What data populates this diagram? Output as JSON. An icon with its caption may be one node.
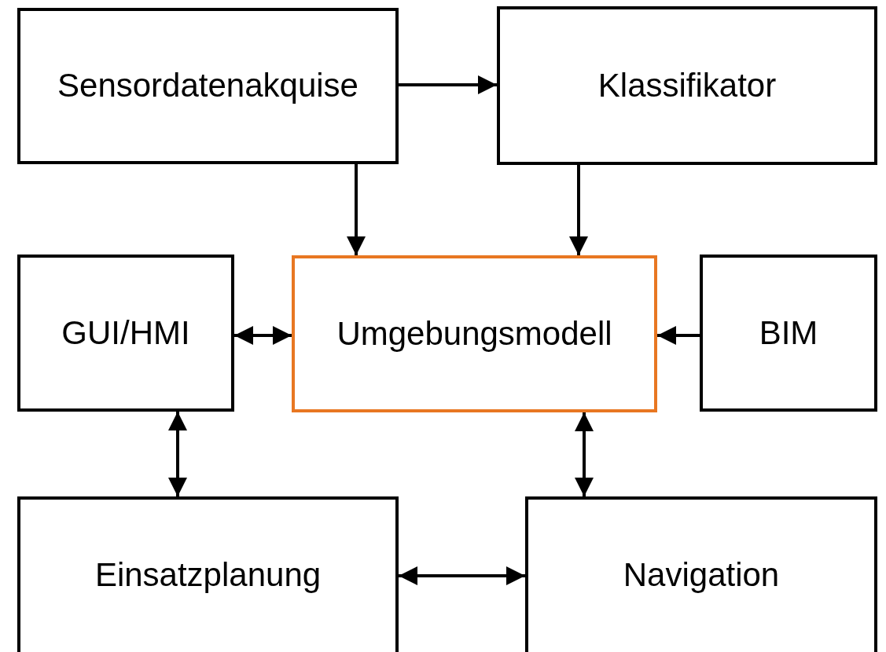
{
  "diagram": {
    "nodes": [
      {
        "text": [
          "Sensordatenakquise"
        ]
      },
      {
        "text": [
          "Klassifikator"
        ]
      },
      {
        "text": [
          "GUI/HMI"
        ]
      },
      {
        "text": [
          "Umgebungsmodell"
        ]
      },
      {
        "text": [
          "BIM"
        ]
      },
      {
        "text": [
          "Einsatzplanung"
        ]
      },
      {
        "text": [
          "Navigation"
        ]
      }
    ],
    "edges": [
      {
        "from": 0,
        "to": 1,
        "arrow": "to"
      },
      {
        "from": 0,
        "to": 3,
        "arrow": "to"
      },
      {
        "from": 1,
        "to": 3,
        "arrow": "to"
      },
      {
        "from": 2,
        "to": 3,
        "arrow": "both"
      },
      {
        "from": 4,
        "to": 3,
        "arrow": "to"
      },
      {
        "from": 2,
        "to": 5,
        "arrow": "both"
      },
      {
        "from": 3,
        "to": 6,
        "arrow": "both"
      },
      {
        "from": 5,
        "to": 6,
        "arrow": "both"
      }
    ]
  }
}
